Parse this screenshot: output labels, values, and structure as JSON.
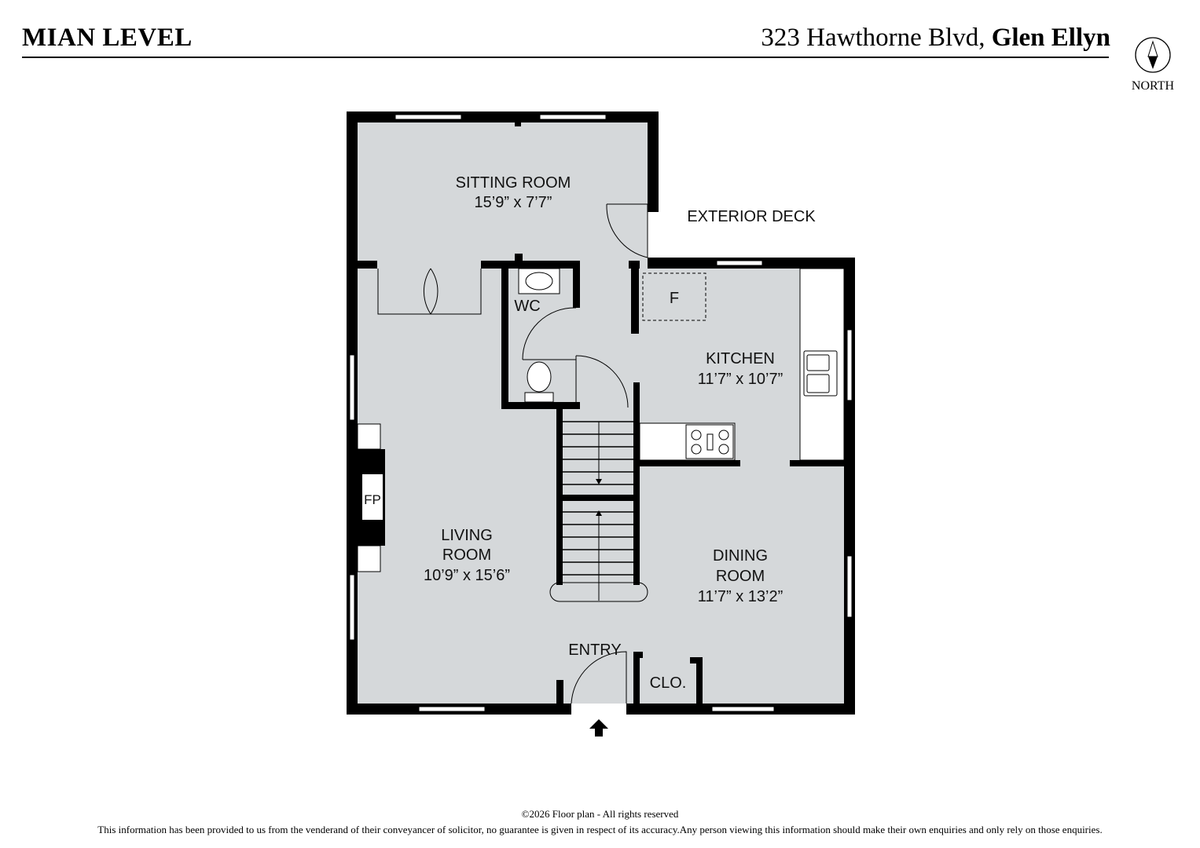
{
  "header": {
    "level_title": "MIAN LEVEL",
    "address_street": "323 Hawthorne Blvd,",
    "address_city": "Glen Ellyn"
  },
  "compass": {
    "label": "NORTH",
    "icon": "north-compass-icon"
  },
  "rooms": {
    "sitting": {
      "name": "SITTING ROOM",
      "dims": "15’9” x 7’7”"
    },
    "deck": {
      "name": "EXTERIOR DECK"
    },
    "wc": {
      "name": "WC"
    },
    "fridge": {
      "name": "F"
    },
    "kitchen": {
      "name": "KITCHEN",
      "dims": "11’7” x 10’7”"
    },
    "fireplace": {
      "name": "FP"
    },
    "living": {
      "name_1": "LIVING",
      "name_2": "ROOM",
      "dims": "10’9” x 15’6”"
    },
    "dining": {
      "name_1": "DINING",
      "name_2": "ROOM",
      "dims": "11’7” x 13’2”"
    },
    "entry": {
      "name": "ENTRY"
    },
    "closet": {
      "name": "CLO."
    }
  },
  "colors": {
    "floor": "#d5d8da",
    "wall": "#000000"
  },
  "footer": {
    "copyright": "©2026  Floor plan  - All rights reserved",
    "disclaimer": "This information has been provided to us from the venderand of their conveyancer of solicitor, no guarantee is given in respect of its accuracy.Any person viewing this information should make their own enquiries and only rely on those enquiries."
  }
}
